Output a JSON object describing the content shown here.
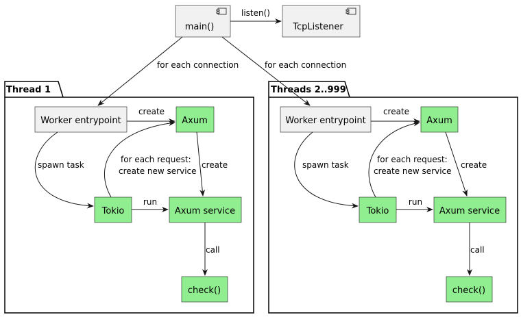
{
  "colors": {
    "component_fill": "#F1F1F1",
    "highlight_fill": "#90EE90",
    "stroke": "#181818",
    "background": "#FFFFFF"
  },
  "top": {
    "main": "main()",
    "listener": "TcpListener",
    "listen_label": "listen()",
    "left_conn_label": "for each connection",
    "right_conn_label": "for each connection",
    "component_icon": "component-icon"
  },
  "packages": [
    {
      "title": "Thread 1",
      "worker": "Worker entrypoint",
      "axum": "Axum",
      "tokio": "Tokio",
      "service": "Axum service",
      "check": "check()",
      "edges": {
        "create_axum": "create",
        "spawn": "spawn task",
        "request_1": "for each request:",
        "request_2": "create new service",
        "create_service": "create",
        "run": "run",
        "call": "call"
      }
    },
    {
      "title": "Threads 2..999",
      "worker": "Worker entrypoint",
      "axum": "Axum",
      "tokio": "Tokio",
      "service": "Axum service",
      "check": "check()",
      "edges": {
        "create_axum": "create",
        "spawn": "spawn task",
        "request_1": "for each request:",
        "request_2": "create new service",
        "create_service": "create",
        "run": "run",
        "call": "call"
      }
    }
  ]
}
